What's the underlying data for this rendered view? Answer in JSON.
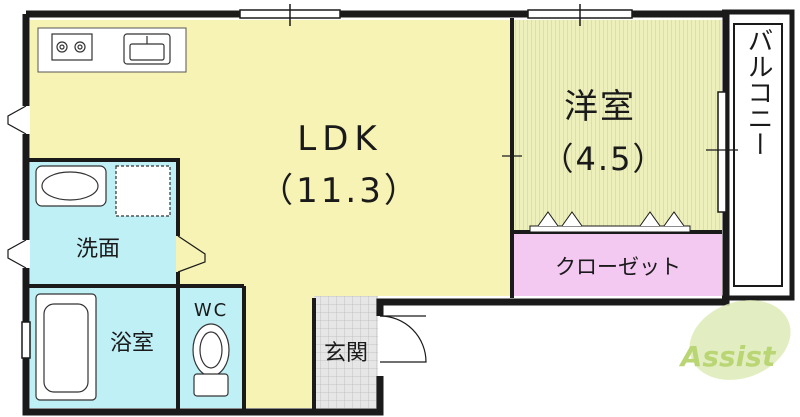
{
  "rooms": {
    "ldk": {
      "label": "LDK",
      "size": "（11.3）"
    },
    "western_room": {
      "label": "洋室",
      "size": "（4.5）"
    },
    "balcony": {
      "label": "バルコニー"
    },
    "closet": {
      "label": "クローゼット"
    },
    "washroom": {
      "label": "洗面"
    },
    "wc": {
      "label": "WC"
    },
    "bathroom": {
      "label": "浴室"
    },
    "entrance": {
      "label": "玄関"
    }
  },
  "logo": {
    "text": "Assist"
  },
  "colors": {
    "ldk": "#f7f3b4",
    "western_room": "#eef0bb",
    "blue_rooms": "#bff0f6",
    "closet": "#f3c8f1",
    "wall": "#1a1a1a",
    "logo_green": "#b8d66a"
  }
}
